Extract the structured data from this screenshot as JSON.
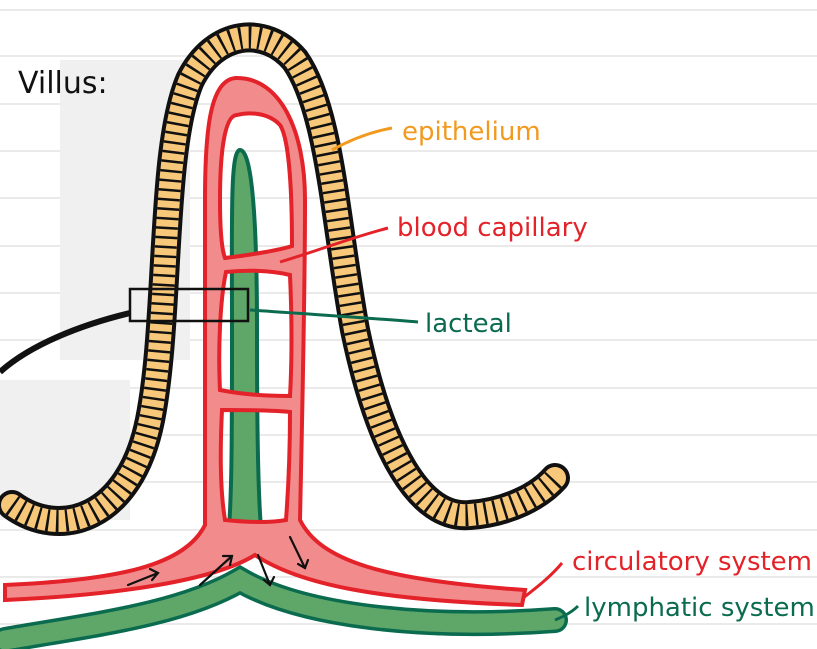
{
  "title": "Villus:",
  "labels": {
    "epithelium": "epithelium",
    "blood_capillary": "blood capillary",
    "lacteal": "lacteal",
    "circulatory_system": "circulatory system",
    "lymphatic_system": "lymphatic system"
  },
  "colors": {
    "epithelium": "#f29a1f",
    "epithelium_fill": "#f7c77a",
    "blood": "#e32229",
    "blood_fill": "#f28c8c",
    "lymph": "#0b6b4f",
    "lymph_fill": "#5fa768",
    "outline": "#111111",
    "ruling": "#dedede"
  }
}
